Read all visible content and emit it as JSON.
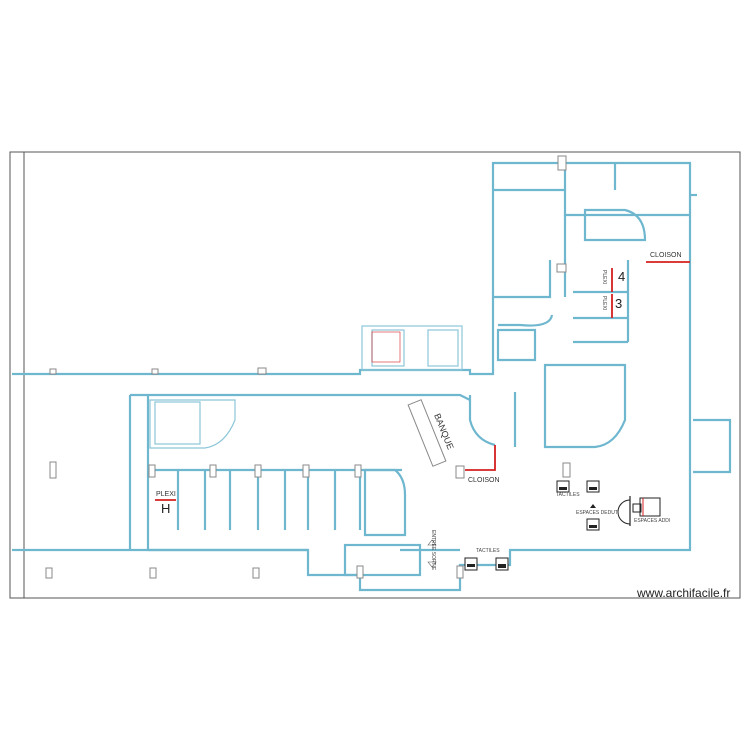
{
  "labels": {
    "cloison_top": "CLOISON",
    "plexi_4": "PLEXI",
    "room_4": "4",
    "plexi_3": "PLEXI",
    "room_3": "3",
    "banque": "BANQUE",
    "cloison_bottom": "CLOISON",
    "plexi_h": "PLEXI",
    "room_h": "H",
    "entree_sortie": "ENTREE SORTIE",
    "tactiles_top": "TACTILES",
    "espaces_dedut": "ESPACES DEDUT",
    "espaces_addi": "ESPACES ADDI",
    "tactiles_bottom": "TACTILES"
  },
  "watermark": "www.archifacile.fr"
}
